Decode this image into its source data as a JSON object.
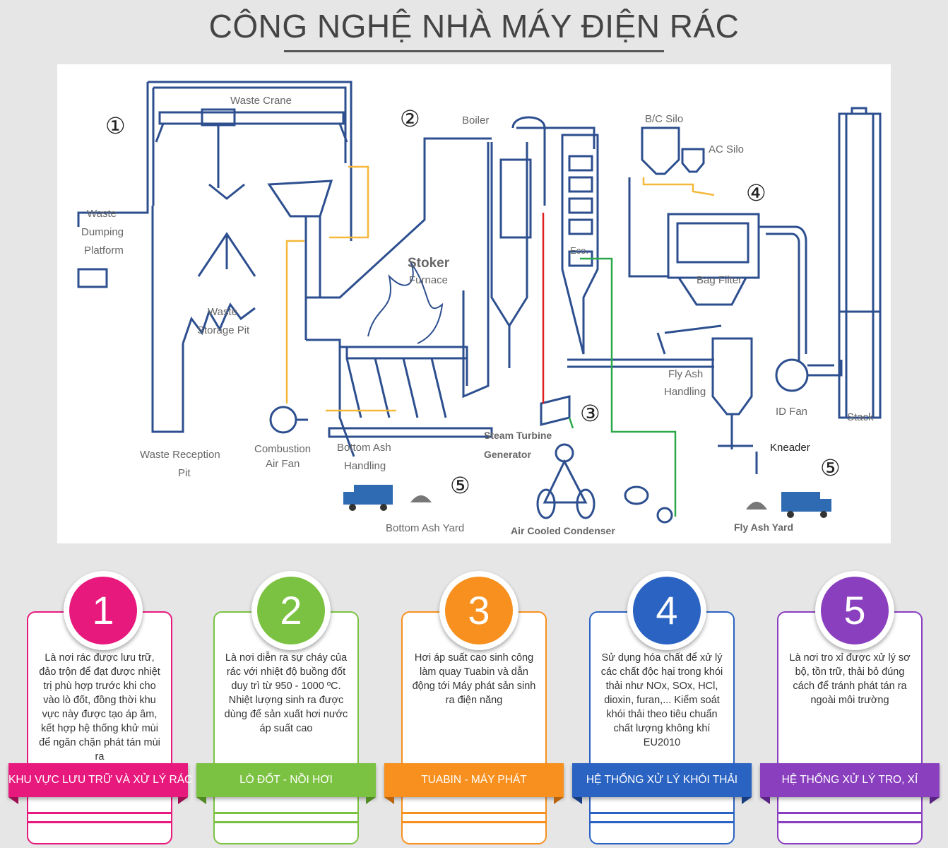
{
  "header": {
    "title": "CÔNG NGHỆ NHÀ MÁY ĐIỆN RÁC"
  },
  "diagram": {
    "labels": {
      "waste_crane": "Waste Crane",
      "boiler": "Boiler",
      "bc_silo": "B/C Silo",
      "ac_silo": "AC Silo",
      "waste_dumping_1": "Waste",
      "waste_dumping_2": "Dumping",
      "waste_dumping_3": "Platform",
      "storage_pit_1": "Waste",
      "storage_pit_2": "Storage Pit",
      "stoker_1": "Stoker",
      "stoker_2": "Furnace",
      "eco": "Eco.",
      "bag_filter": "Bag Filter",
      "fly_ash_1": "Fly Ash",
      "fly_ash_2": "Handling",
      "id_fan": "ID Fan",
      "stack": "Stack",
      "steam_turbine": "Steam Turbine",
      "generator": "Generator",
      "kneader": "Kneader",
      "reception_1": "Waste Reception",
      "reception_2": "Pit",
      "comb_fan_1": "Combustion",
      "comb_fan_2": "Air Fan",
      "bottom_ash_1": "Bottom Ash",
      "bottom_ash_2": "Handling",
      "bottom_ash_yard": "Bottom Ash Yard",
      "air_condenser": "Air Cooled Condenser",
      "fly_ash_yard": "Fly Ash Yard"
    },
    "markers": {
      "m1": "①",
      "m2": "②",
      "m3": "③",
      "m4": "④",
      "m5a": "⑤",
      "m5b": "⑤"
    }
  },
  "steps": [
    {
      "number": "1",
      "color": "#e8197d",
      "dark": "#9c0f53",
      "text": "Là nơi rác được lưu trữ, đảo trộn để đạt được nhiệt trị phù hợp trước khi cho vào lò đốt, đồng thời khu vực này được tạo áp âm, kết hợp hệ thống khử mùi để ngăn chặn phát tán mùi ra",
      "label": "KHU VỰC LƯU TRỮ VÀ XỬ LÝ RÁC"
    },
    {
      "number": "2",
      "color": "#7cc242",
      "dark": "#4f8a22",
      "text": "Là nơi diễn ra sự cháy của rác với nhiệt độ buồng đốt duy trì từ 950 - 1000 ºC. Nhiệt lượng sinh ra được dùng để sản xuất hơi nước áp suất cao",
      "label": "LÒ ĐỐT - NỒI HƠI"
    },
    {
      "number": "3",
      "color": "#f7901e",
      "dark": "#b9620a",
      "text": "Hơi áp suất cao sinh công làm quay Tuabin và dẫn động tới Máy phát sản sinh ra điện năng",
      "label": "TUABIN - MÁY PHÁT"
    },
    {
      "number": "4",
      "color": "#2a63c2",
      "dark": "#173d80",
      "text": "Sử dụng hóa chất để xử lý các chất độc hại trong khói thải như NOx, SOx, HCl,  dioxin, furan,... Kiểm soát khói thải theo tiêu chuẩn chất lượng không khí  EU2010",
      "label": "HỆ THỐNG XỬ LÝ KHÓI THẢI"
    },
    {
      "number": "5",
      "color": "#8a3fbf",
      "dark": "#5a2282",
      "text": "Là nơi tro xỉ được xử lý sơ bộ, tồn trữ, thải bỏ đúng cách để tránh phát tán ra ngoài môi trường",
      "label": "HỆ THỐNG XỬ LÝ TRO, XỈ"
    }
  ]
}
